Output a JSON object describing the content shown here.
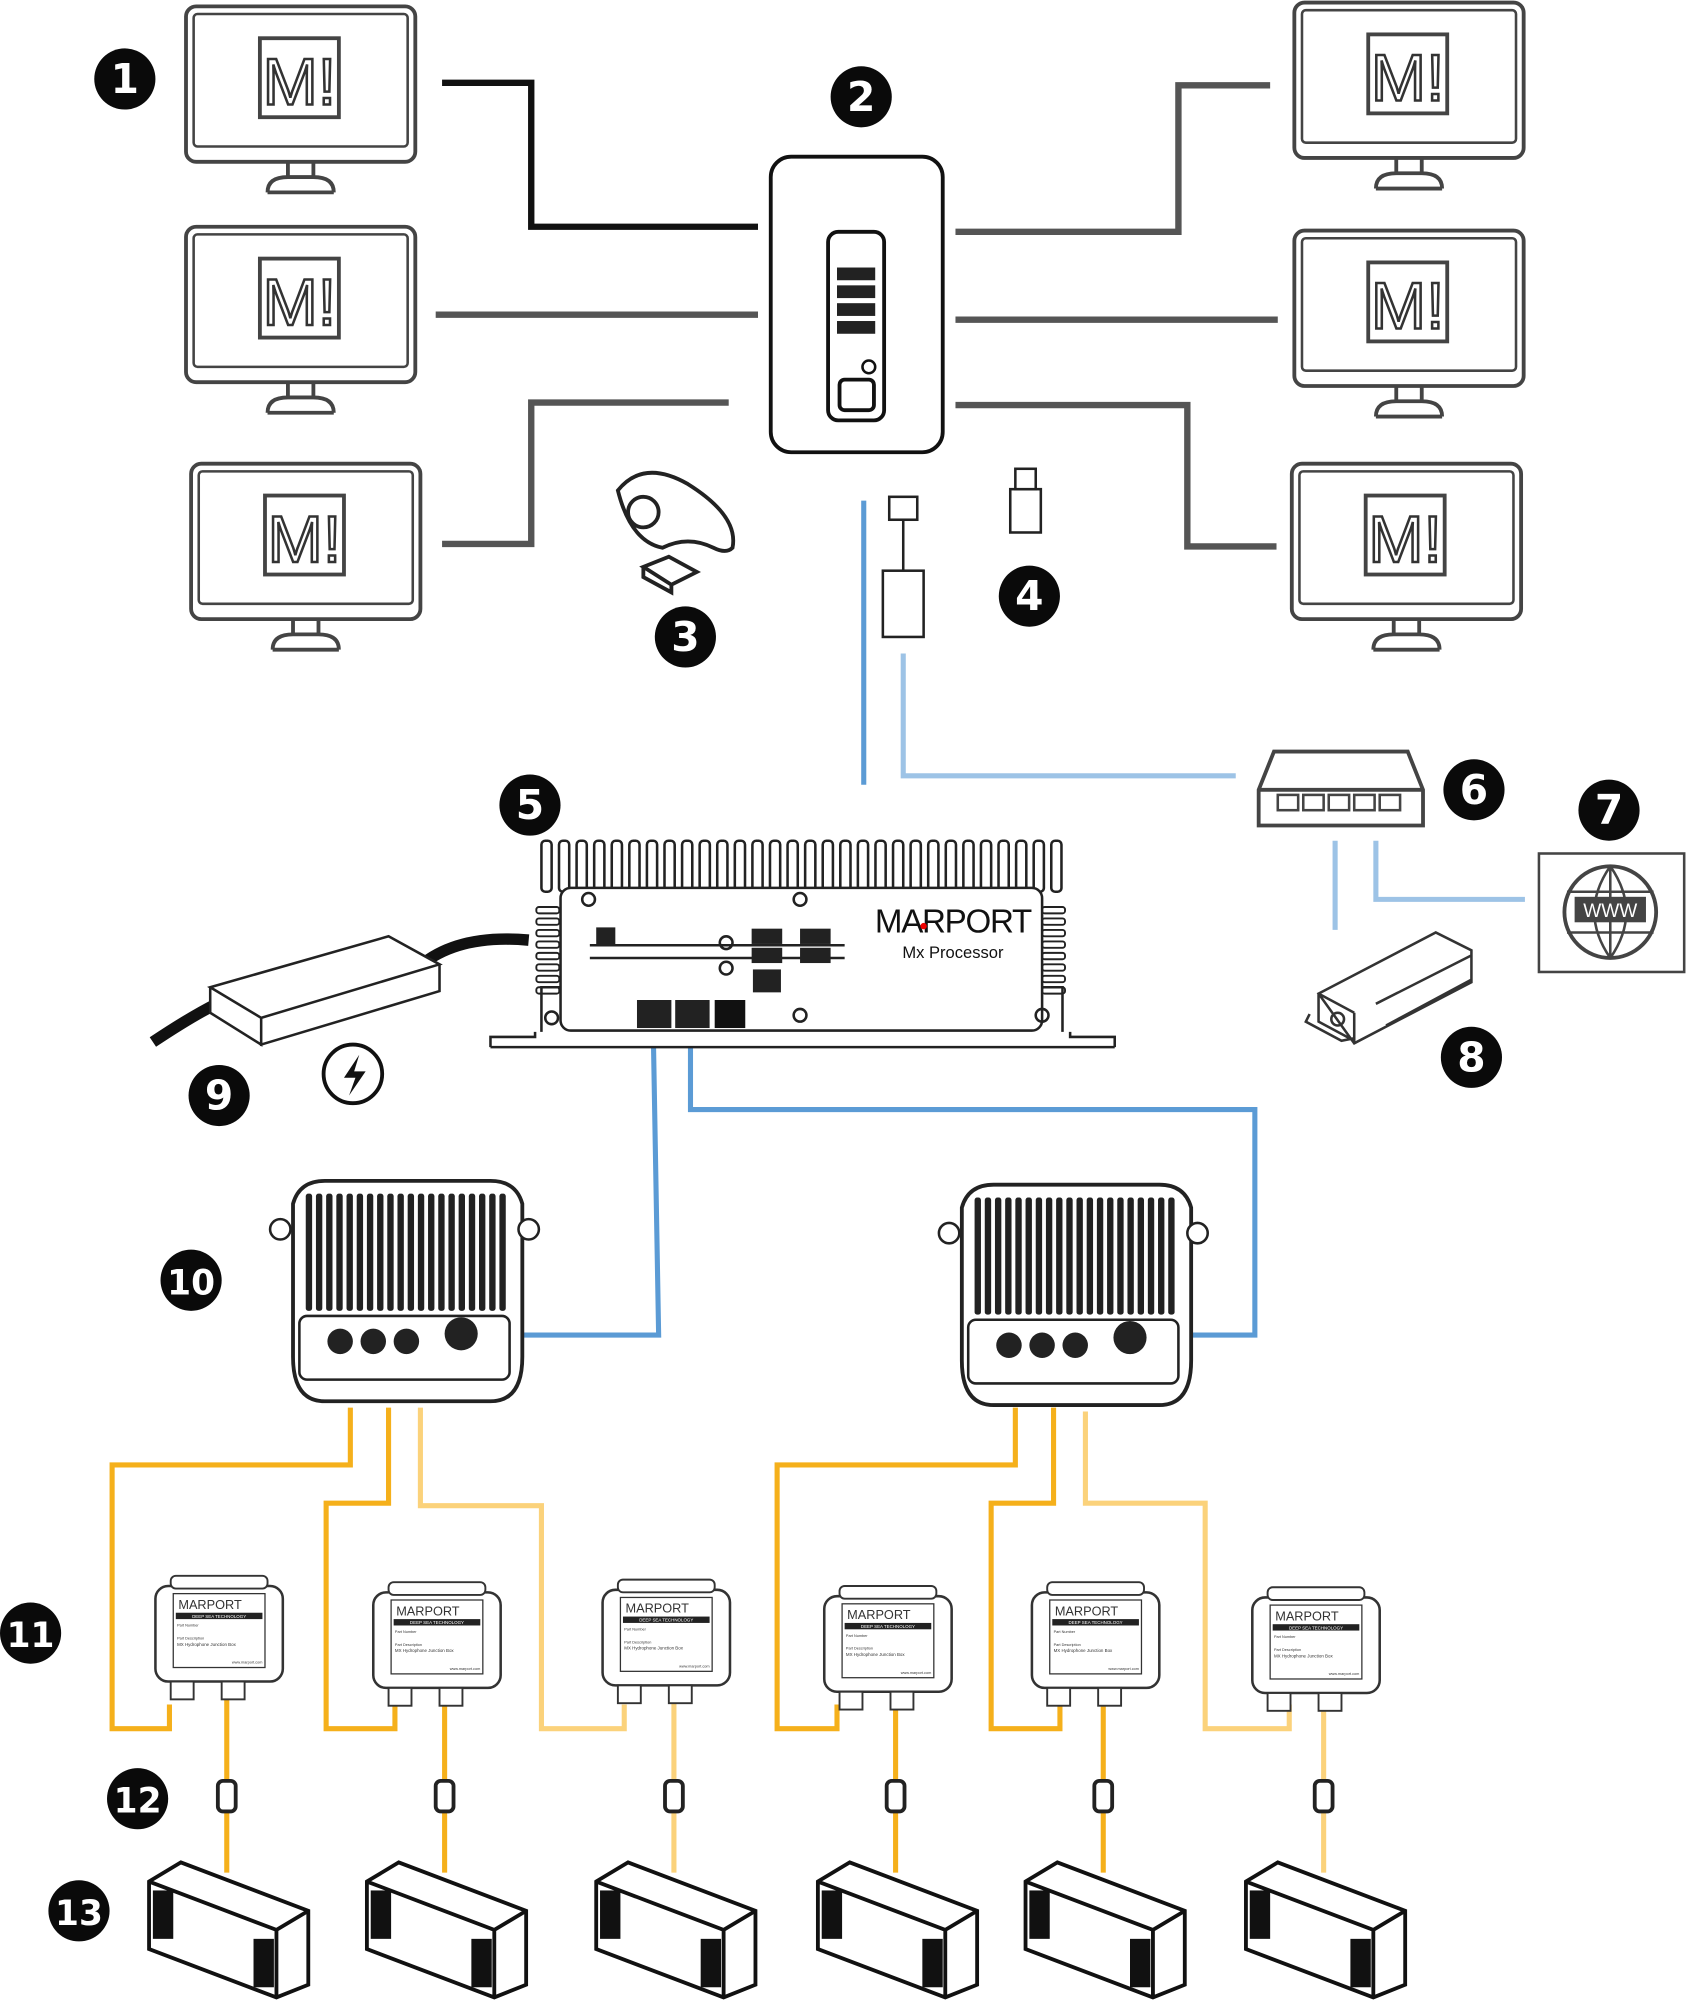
{
  "callouts": [
    "1",
    "2",
    "3",
    "4",
    "5",
    "6",
    "7",
    "8",
    "9",
    "10",
    "11",
    "12",
    "13"
  ],
  "monitor_logo": "M!",
  "processor": {
    "brand": "MARPORT",
    "model": "Mx Processor"
  },
  "internet": {
    "label": "WWW"
  },
  "junction_box": {
    "brand": "MARPORT",
    "tagline": "DEEP SEA TECHNOLOGY",
    "part_number_label": "Part Number",
    "part_description_label": "Part Description",
    "description": "MX Hydrophone Junction Box",
    "website": "www.marport.com"
  },
  "colors": {
    "ethernet": "#5b9bd5",
    "ethernet_light": "#9dc3e6",
    "sensor_cable": "#f5b01b",
    "sensor_cable_light": "#fbd27b",
    "monitor_cable": "#555555",
    "primary_cable": "#111111"
  }
}
